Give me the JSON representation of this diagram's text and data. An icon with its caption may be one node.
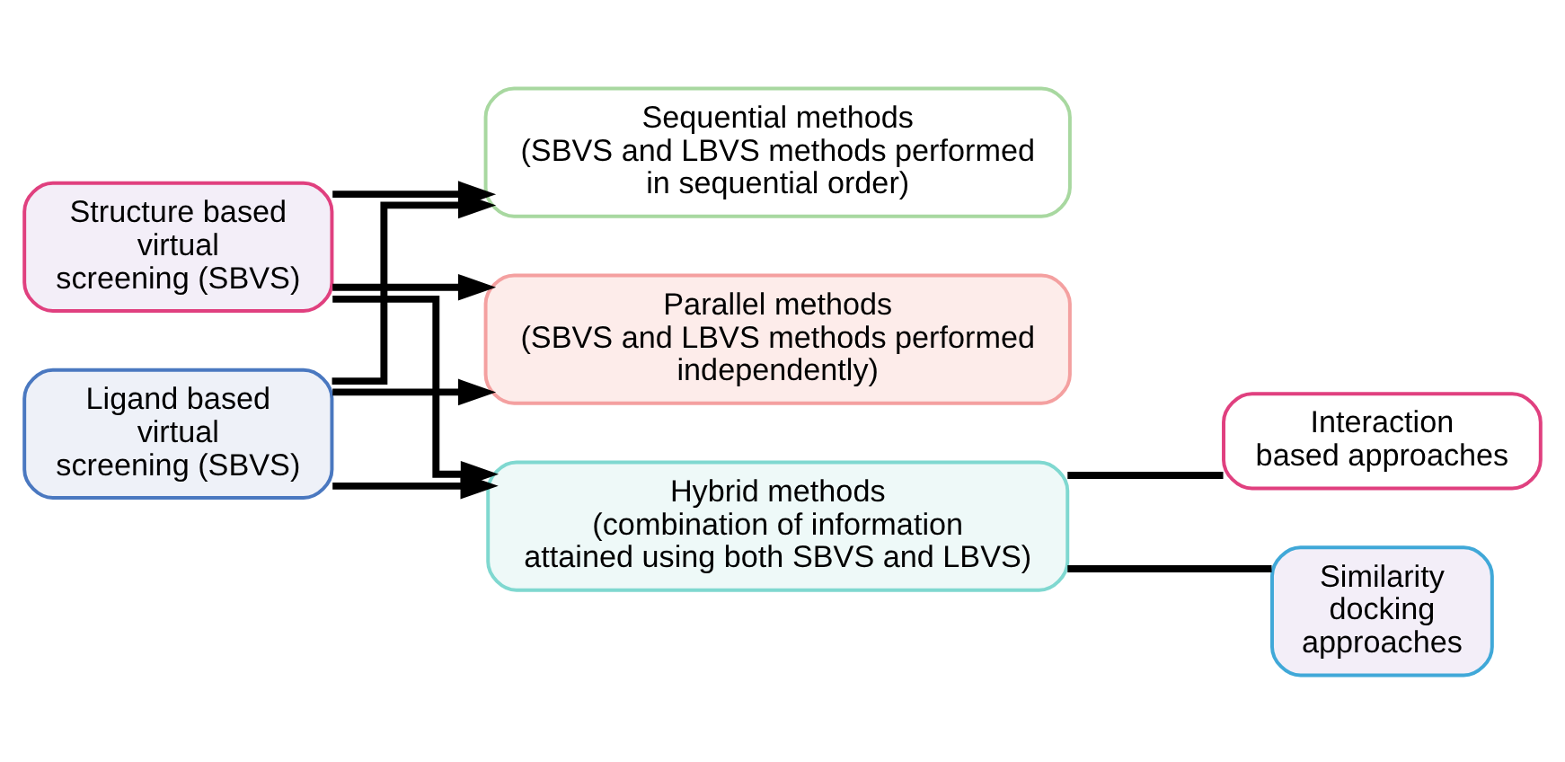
{
  "diagram": {
    "nodes": [
      {
        "text": [
          "Structure based virtual screening (SBVS)"
        ]
      },
      {
        "text": [
          "Ligand based virtual screening (SBVS)"
        ]
      },
      {
        "text": [
          "Sequential methods",
          "(SBVS and LBVS methods performed in sequential order)"
        ]
      },
      {
        "text": [
          "Parallel methods",
          "(SBVS and LBVS methods performed independently)"
        ]
      },
      {
        "text": [
          "Hybrid methods",
          "(combination of information attained using both SBVS and LBVS)"
        ]
      },
      {
        "text": [
          "Interaction based approaches"
        ]
      },
      {
        "text": [
          "Similarity docking approaches"
        ]
      }
    ],
    "edges": [
      {
        "from": 0,
        "to": 2,
        "arrow": "to"
      },
      {
        "from": 0,
        "to": 3,
        "arrow": "to"
      },
      {
        "from": 0,
        "to": 4,
        "arrow": "to"
      },
      {
        "from": 1,
        "to": 2,
        "arrow": "to"
      },
      {
        "from": 1,
        "to": 3,
        "arrow": "to"
      },
      {
        "from": 1,
        "to": 4,
        "arrow": "to"
      },
      {
        "from": 4,
        "to": 5,
        "arrow": "none"
      },
      {
        "from": 4,
        "to": 6,
        "arrow": "none"
      }
    ]
  }
}
